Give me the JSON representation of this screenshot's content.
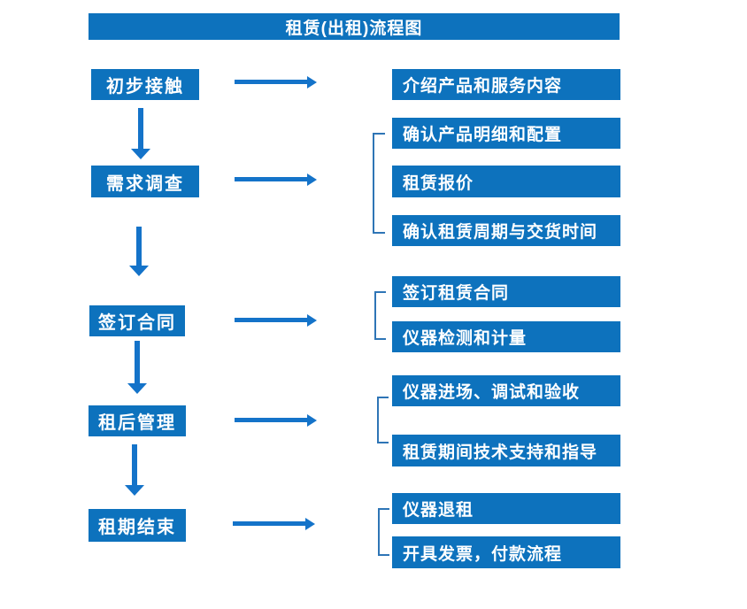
{
  "title": "租赁(出租)流程图",
  "colors": {
    "box_blue": "#0d72bd",
    "arrow_blue": "#1473c9",
    "bracket_blue": "#2e75b6"
  },
  "stages": [
    {
      "label": "初步接触",
      "outputs": [
        "介绍产品和服务内容"
      ]
    },
    {
      "label": "需求调查",
      "outputs": [
        "确认产品明细和配置",
        "租赁报价",
        "确认租赁周期与交货时间"
      ]
    },
    {
      "label": "签订合同",
      "outputs": [
        "签订租赁合同",
        "仪器检测和计量"
      ]
    },
    {
      "label": "租后管理",
      "outputs": [
        "仪器进场、调试和验收",
        "租赁期间技术支持和指导"
      ]
    },
    {
      "label": "租期结束",
      "outputs": [
        "仪器退租",
        "开具发票，付款流程"
      ]
    }
  ]
}
